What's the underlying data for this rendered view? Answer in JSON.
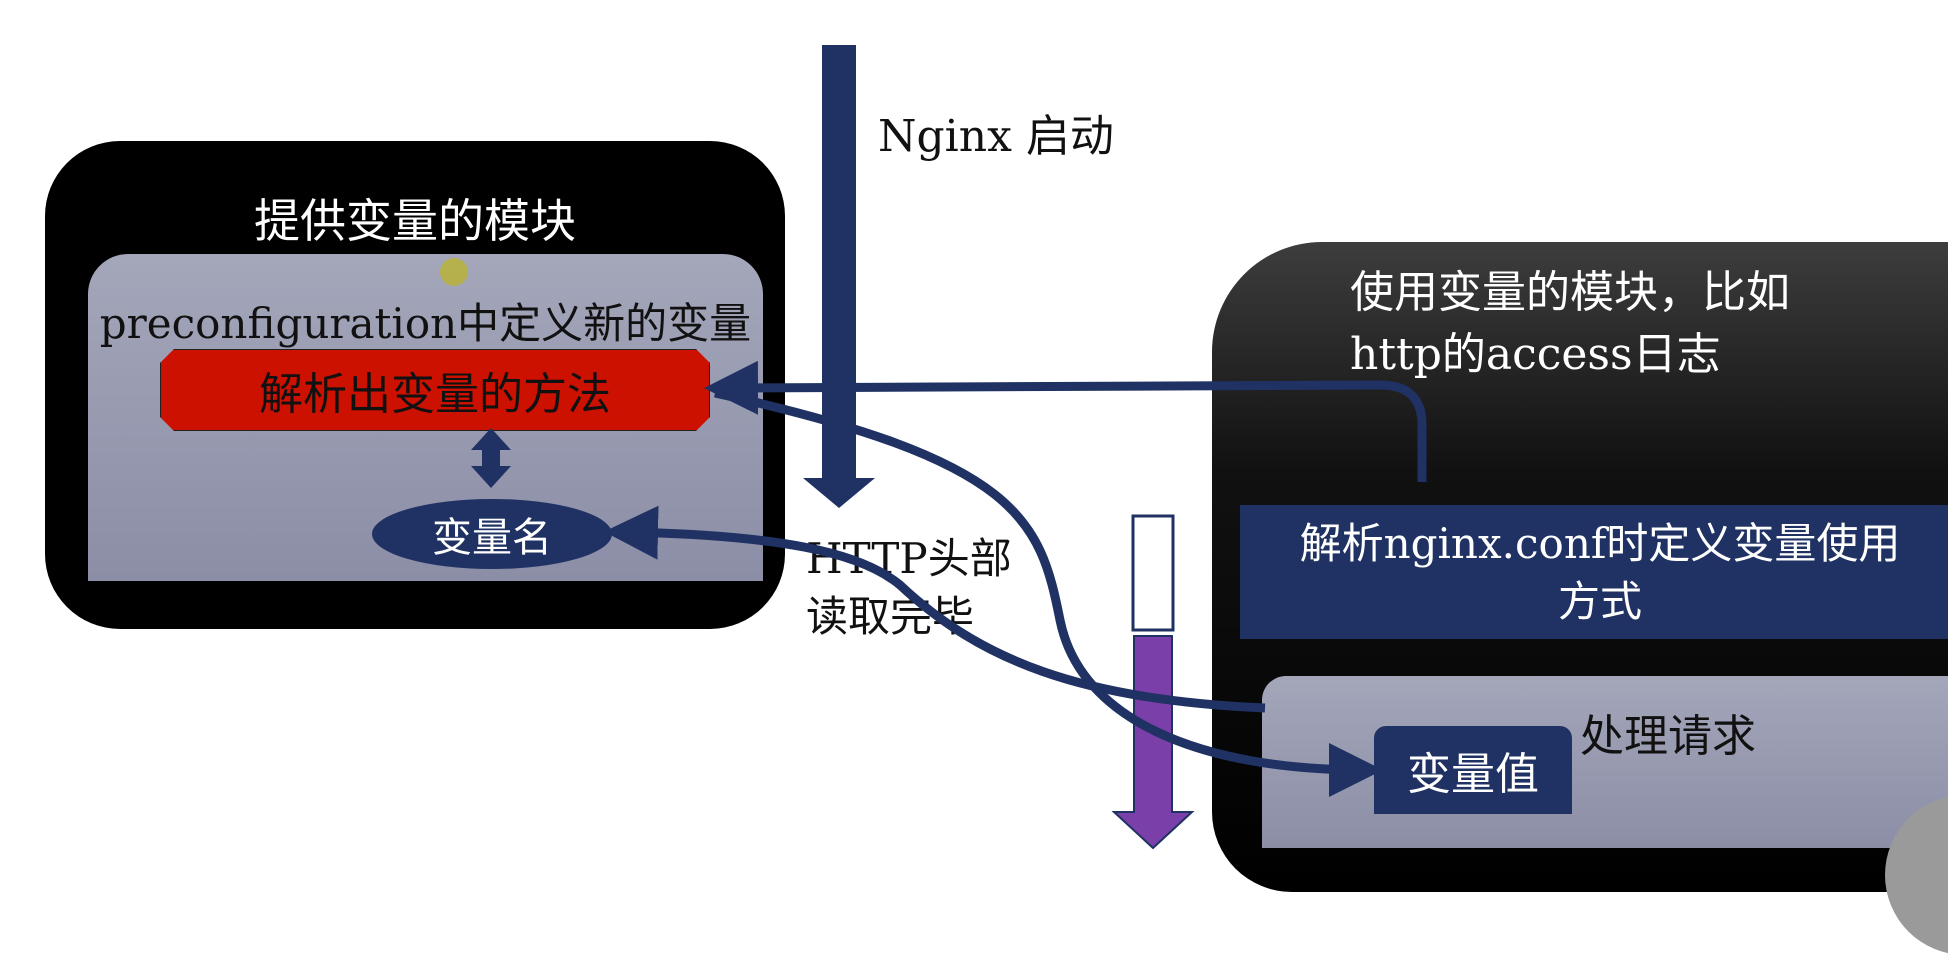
{
  "labels": {
    "provider_module_title": "提供变量的模块",
    "preconfiguration_label": "preconfiguration中定义新的变量",
    "parse_method": "解析出变量的方法",
    "variable_name": "变量名",
    "consumer_module_title_line1": "使用变量的模块，比如",
    "consumer_module_title_line2": "http的access日志",
    "parse_conf_line1": "解析nginx.conf时定义变量使用",
    "parse_conf_line2": "方式",
    "process_request": "处理请求",
    "variable_value": "变量值",
    "nginx_start": "Nginx 启动",
    "http_header_line1": "HTTP头部",
    "http_header_line2": "读取完毕"
  },
  "colors": {
    "navy": "#1f3263",
    "red": "#cc1100",
    "purple": "#7a3fa8",
    "panel_gray": "#9a9cb2",
    "black": "#000000"
  }
}
